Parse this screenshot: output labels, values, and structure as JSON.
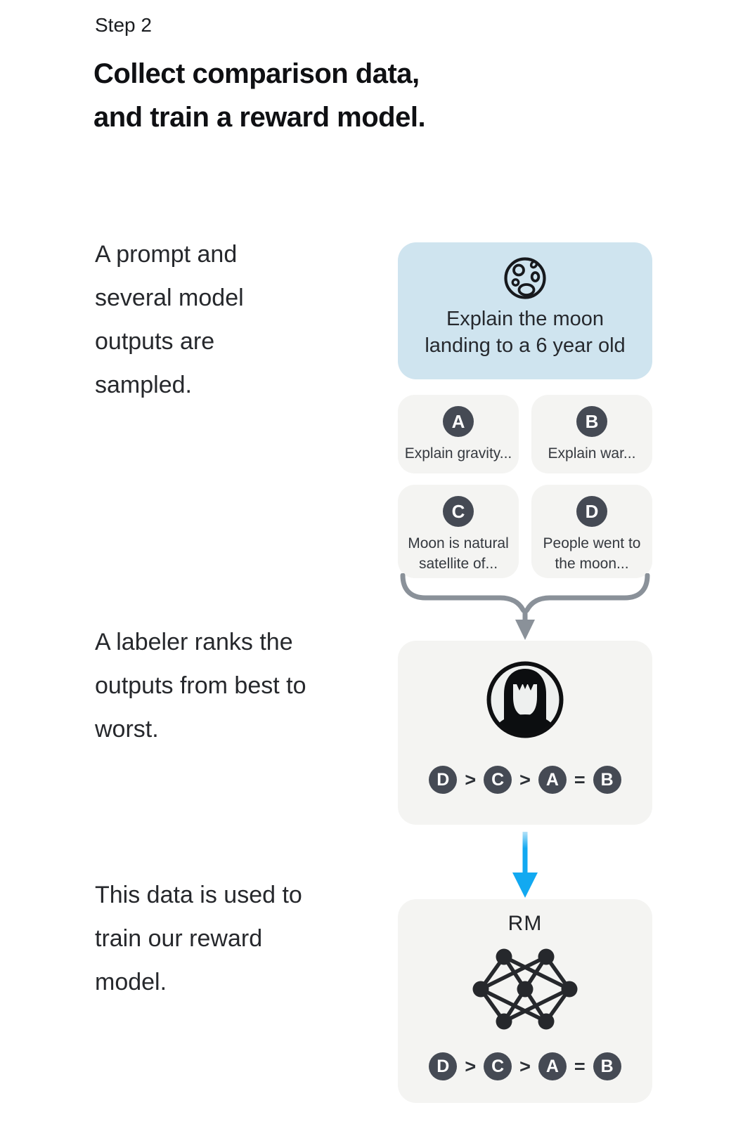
{
  "step": {
    "label": "Step 2"
  },
  "title": {
    "line1": "Collect comparison data,",
    "line2": "and train a reward model."
  },
  "captions": {
    "sampling": "A prompt and several model outputs are sampled.",
    "ranking": "A labeler ranks the outputs from best to worst.",
    "training": "This data is used to train our reward model."
  },
  "prompt_box": {
    "icon": "moon-icon",
    "lines": [
      "Explain the moon",
      "landing to a 6 year old"
    ]
  },
  "outputs": [
    {
      "label": "A",
      "text": "Explain gravity..."
    },
    {
      "label": "B",
      "text": "Explain war..."
    },
    {
      "label": "C",
      "text": "Moon is natural satellite of..."
    },
    {
      "label": "D",
      "text": "People went to the moon..."
    }
  ],
  "labeler": {
    "icon": "labeler-avatar-icon"
  },
  "ranking_sequence": [
    "D",
    ">",
    "C",
    ">",
    "A",
    "=",
    "B"
  ],
  "reward_model": {
    "label": "RM",
    "icon": "neural-network-icon"
  },
  "connectors": {
    "merge": "brace-merge-arrow-icon",
    "flow": "blue-down-arrow-icon"
  },
  "colors": {
    "prompt_box_bg": "#cfe4ef",
    "card_bg": "#f4f4f2",
    "badge_bg": "#454a54",
    "arrow_blue": "#12a9f1",
    "arrow_blue_fade": "#b5e2f8",
    "brace_gray": "#8a9199",
    "ink": "#1f2226"
  }
}
